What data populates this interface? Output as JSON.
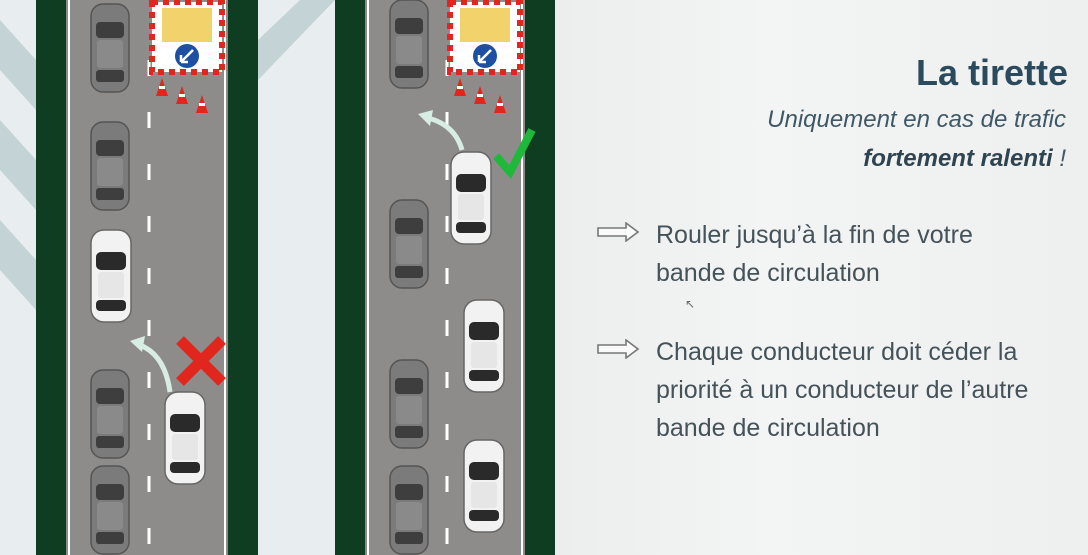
{
  "slide": {
    "title": "La tirette",
    "subtitle_line1": "Uniquement en cas de trafic",
    "subtitle_line2_bold": "fortement ralenti",
    "subtitle_line2_suffix": " !",
    "bullets": [
      {
        "icon": "double-arrow-right-icon",
        "text": "Rouler jusqu’à la fin de votre bande de circulation"
      },
      {
        "icon": "double-arrow-right-icon",
        "text": "Chaque conducteur doit céder la priorité à un conducteur de l’autre bande de circulation"
      }
    ]
  },
  "illustration": {
    "left_scene": {
      "marker": "red-x-icon",
      "meaning": "wrong"
    },
    "right_scene": {
      "marker": "green-check-icon",
      "meaning": "correct"
    }
  },
  "colors": {
    "title": "#2a4b5e",
    "road": "#8e8c8b",
    "verge": "#0f3d22",
    "wrong": "#e0261d",
    "correct": "#1fb83a"
  }
}
